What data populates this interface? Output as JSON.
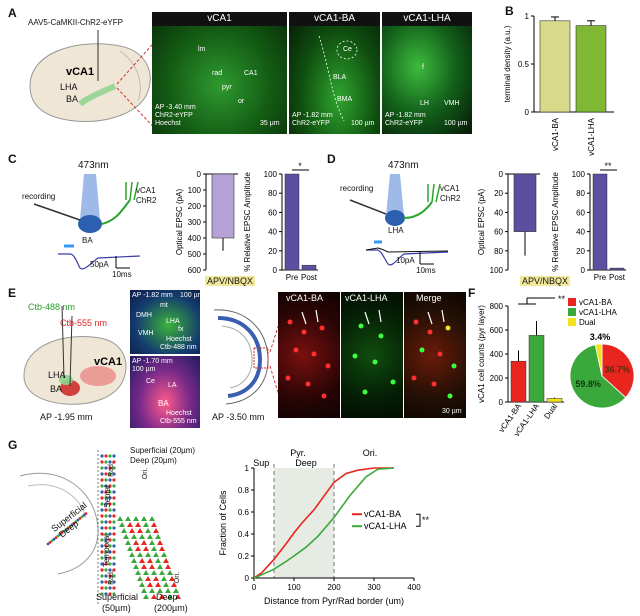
{
  "panels": [
    "A",
    "B",
    "C",
    "D",
    "E",
    "F",
    "G"
  ],
  "A": {
    "virus": "AAV5-CaMKII-ChR2-eYFP",
    "brain_labels": [
      "vCA1",
      "LHA",
      "BA"
    ],
    "images": [
      {
        "title": "vCA1",
        "regions": [
          "lm",
          "rad",
          "pyr",
          "or",
          "CA1"
        ],
        "ap": "AP -3.40 mm",
        "stain1": "ChR2-eYFP",
        "stain2": "Hoechst",
        "scale": "35 µm"
      },
      {
        "title": "vCA1-BA",
        "regions": [
          "Ce",
          "BLA",
          "BMA"
        ],
        "ap": "AP -1.82 mm",
        "stain1": "ChR2-eYFP",
        "scale": "100 µm"
      },
      {
        "title": "vCA1-LHA",
        "regions": [
          "f",
          "LH",
          "VMH"
        ],
        "ap": "AP -1.82 mm",
        "stain1": "ChR2-eYFP",
        "scale": "100 µm"
      }
    ]
  },
  "chart_B": {
    "type": "bar",
    "ylabel": "terminal density (a.u.)",
    "categories": [
      "vCA1-BA",
      "vCA1-LHA"
    ],
    "values": [
      0.95,
      0.9
    ],
    "errors": [
      0.04,
      0.05
    ],
    "ylim": [
      0,
      1
    ],
    "yticks": [
      "0",
      "0.5",
      "1"
    ],
    "colors": [
      "#d9d98a",
      "#7fb832"
    ]
  },
  "C": {
    "stim": "473nm",
    "recording": "recording",
    "cell": [
      "vCA1",
      "ChR2"
    ],
    "region": "BA",
    "scale_y": "50pA",
    "scale_x": "10ms",
    "epsc": {
      "type": "bar",
      "ylabel": "Optical EPSC (pA)",
      "value": 400,
      "error": 80,
      "ylim": [
        0,
        600
      ],
      "yticks": [
        "0",
        "100",
        "200",
        "300",
        "400",
        "500",
        "600"
      ],
      "color": "#b7a2d8"
    },
    "rel": {
      "type": "bar",
      "ylabel": "% Relative EPSC Amplitude",
      "categories": [
        "Pre",
        "Post"
      ],
      "values": [
        100,
        5
      ],
      "ylim": [
        0,
        100
      ],
      "yticks": [
        "0",
        "20",
        "40",
        "60",
        "80",
        "100"
      ],
      "sig": "*",
      "condition": "APV/NBQX"
    }
  },
  "D": {
    "stim": "473nm",
    "recording": "recording",
    "cell": [
      "vCA1",
      "ChR2"
    ],
    "region": "LHA",
    "scale_y": "10pA",
    "scale_x": "10ms",
    "epsc": {
      "type": "bar",
      "ylabel": "Optical EPSC (pA)",
      "value": 60,
      "error": 25,
      "ylim": [
        0,
        100
      ],
      "yticks": [
        "0",
        "20",
        "40",
        "60",
        "80",
        "100"
      ],
      "color": "#5b4fa0"
    },
    "rel": {
      "type": "bar",
      "ylabel": "% Relative EPSC Amplitude",
      "categories": [
        "Pre",
        "Post"
      ],
      "values": [
        100,
        2
      ],
      "ylim": [
        0,
        100
      ],
      "yticks": [
        "0",
        "20",
        "40",
        "60",
        "80",
        "100"
      ],
      "sig": "**",
      "condition": "APV/NBQX"
    }
  },
  "E": {
    "tracers": [
      "Ctb-488 nm",
      "Ctb-555 nm"
    ],
    "brain_labels": [
      "vCA1",
      "LHA",
      "BA"
    ],
    "ap_brain": "AP -1.95 mm",
    "img_top": {
      "ap": "AP -1.82 mm",
      "scale": "100 µm",
      "regions": [
        "DMH",
        "LHA",
        "fx",
        "VMH",
        "mt"
      ],
      "stain1": "Hoechst",
      "stain2": "Ctb-488 nm"
    },
    "img_bot": {
      "ap": "AP -1.70 mm",
      "scale": "100 µm",
      "regions": [
        "Ce",
        "LA",
        "BA"
      ],
      "stain1": "Hoechst",
      "stain2": "Ctb-555 nm"
    },
    "ap_section": "AP -3.50 mm",
    "merge_titles": [
      "vCA1-BA",
      "vCA1-LHA",
      "Merge"
    ],
    "merge_scale": "30 µm"
  },
  "chart_F": {
    "type": "bar",
    "ylabel": "vCA1 cell counts (pyr layer)",
    "categories": [
      "vCA1-BA",
      "vCA1-LHA",
      "Dual"
    ],
    "values": [
      340,
      555,
      30
    ],
    "errors": [
      90,
      120,
      8
    ],
    "ylim": [
      0,
      800
    ],
    "yticks": [
      "0",
      "200",
      "400",
      "600",
      "800"
    ],
    "colors": [
      "#e8261f",
      "#3aa83a",
      "#f2e21b"
    ],
    "sig": "**",
    "pie": {
      "legend": [
        "vCA1-BA",
        "vCA1-LHA",
        "Dual"
      ],
      "values": [
        36.7,
        59.8,
        3.4
      ],
      "labels": [
        "36.7%",
        "59.8%",
        "3.4%"
      ]
    }
  },
  "G": {
    "schematic": [
      "Superficial (20µm)",
      "Deep (20µm)",
      "Superficial",
      "Deep",
      "Septal",
      "Temporal",
      "Rad.",
      "Rad.",
      "Ori.",
      "Ori.",
      "Superficial",
      "(50µm)",
      "Deep",
      "(200µm)"
    ],
    "chart": {
      "type": "line",
      "xlabel": "Distance from Pyr/Rad border (um)",
      "ylabel": "Fraction of Cells",
      "xlim": [
        0,
        400
      ],
      "ylim": [
        0,
        1
      ],
      "xticks": [
        "0",
        "100",
        "200",
        "300",
        "400"
      ],
      "yticks": [
        "0",
        "0.2",
        "0.4",
        "0.6",
        "0.8",
        "1"
      ],
      "zones": [
        "Sup",
        "Pyr.",
        "Deep",
        "Ori."
      ],
      "sig": "**",
      "series": [
        {
          "name": "vCA1-BA",
          "color": "#e8261f",
          "x": [
            0,
            20,
            50,
            80,
            100,
            120,
            150,
            180,
            200,
            230,
            260,
            300,
            350
          ],
          "y": [
            0,
            0.05,
            0.17,
            0.31,
            0.41,
            0.5,
            0.62,
            0.77,
            0.87,
            0.95,
            0.98,
            1,
            1
          ]
        },
        {
          "name": "vCA1-LHA",
          "color": "#3aa83a",
          "x": [
            0,
            20,
            50,
            80,
            100,
            130,
            160,
            200,
            240,
            280,
            310,
            350
          ],
          "y": [
            0,
            0.03,
            0.08,
            0.15,
            0.2,
            0.28,
            0.38,
            0.55,
            0.75,
            0.92,
            0.99,
            1
          ]
        }
      ]
    }
  }
}
